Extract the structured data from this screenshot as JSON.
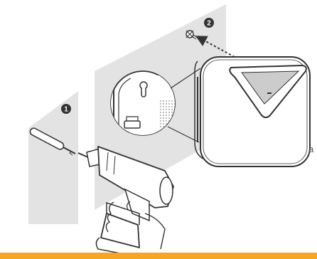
{
  "steps": [
    {
      "number": "1"
    },
    {
      "number": "2"
    }
  ],
  "edge_text": {
    "top_fragment": "'",
    "side_fragment": "a"
  },
  "colors": {
    "wall_panel": "#e3e3e3",
    "device_body": "#ffffff",
    "outline": "#333333",
    "step_badge": "#333333",
    "footer_accent": "#f5a623"
  },
  "icons": [
    "screwdriver-icon",
    "screw-icon",
    "drill-icon",
    "mounting-hole-icon",
    "dashed-arrow-icon"
  ]
}
